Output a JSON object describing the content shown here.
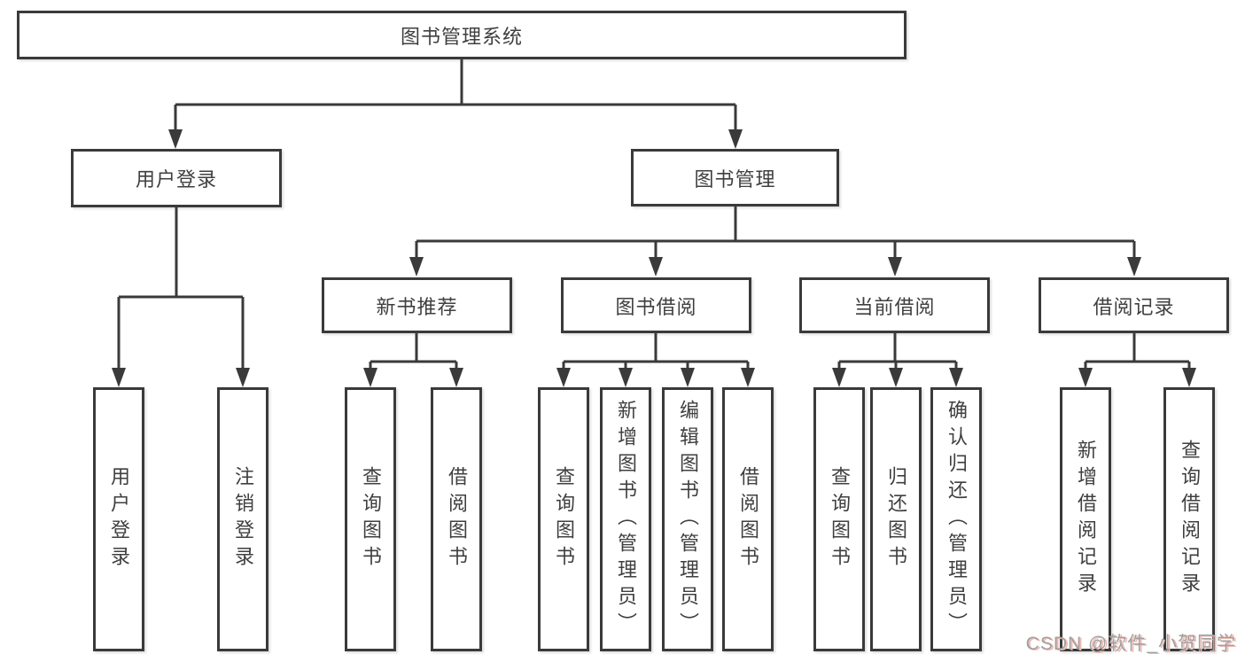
{
  "diagram": {
    "type": "tree",
    "root": {
      "label": "图书管理系统"
    },
    "branches": [
      {
        "label": "用户登录",
        "children": [
          {
            "label": "用户登录"
          },
          {
            "label": "注销登录"
          }
        ]
      },
      {
        "label": "图书管理",
        "children": [
          {
            "label": "新书推荐",
            "children": [
              {
                "label": "查询图书"
              },
              {
                "label": "借阅图书"
              }
            ]
          },
          {
            "label": "图书借阅",
            "children": [
              {
                "label": "查询图书"
              },
              {
                "label": "新增图书（管理员）"
              },
              {
                "label": "编辑图书（管理员）"
              },
              {
                "label": "借阅图书"
              }
            ]
          },
          {
            "label": "当前借阅",
            "children": [
              {
                "label": "查询图书"
              },
              {
                "label": "归还图书"
              },
              {
                "label": "确认归还（管理员）"
              }
            ]
          },
          {
            "label": "借阅记录",
            "children": [
              {
                "label": "新增借阅记录"
              },
              {
                "label": "查询借阅记录"
              }
            ]
          }
        ]
      }
    ]
  },
  "watermark": {
    "text": "CSDN @软件_小贺同学"
  },
  "colors": {
    "line": "#3a3a3a",
    "text": "#3f3f3f",
    "background": "#ffffff",
    "watermark": "#a0a0a0",
    "watermark_shadow": "#f2b9b1"
  }
}
